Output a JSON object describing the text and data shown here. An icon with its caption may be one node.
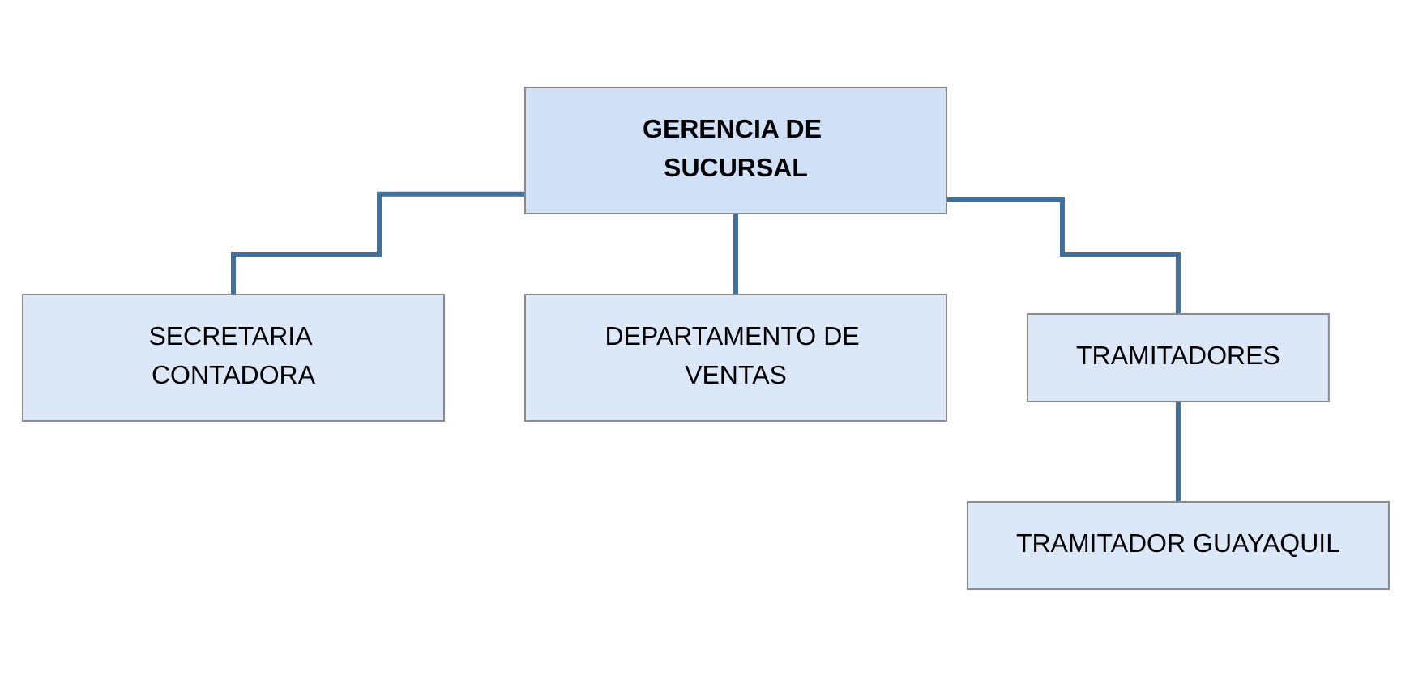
{
  "diagram": {
    "nodes": [
      {
        "text": [
          "GERENCIA DE SUCURSAL"
        ]
      },
      {
        "text": [
          "SECRETARIA CONTADORA"
        ]
      },
      {
        "text": [
          "DEPARTAMENTO DE VENTAS"
        ]
      },
      {
        "text": [
          "TRAMITADORES"
        ]
      },
      {
        "text": [
          "TRAMITADOR GUAYAQUIL"
        ]
      }
    ],
    "edges": [
      {
        "from": 0,
        "to": 1,
        "arrow": "none"
      },
      {
        "from": 0,
        "to": 2,
        "arrow": "none"
      },
      {
        "from": 0,
        "to": 3,
        "arrow": "none"
      },
      {
        "from": 3,
        "to": 4,
        "arrow": "none"
      }
    ]
  }
}
